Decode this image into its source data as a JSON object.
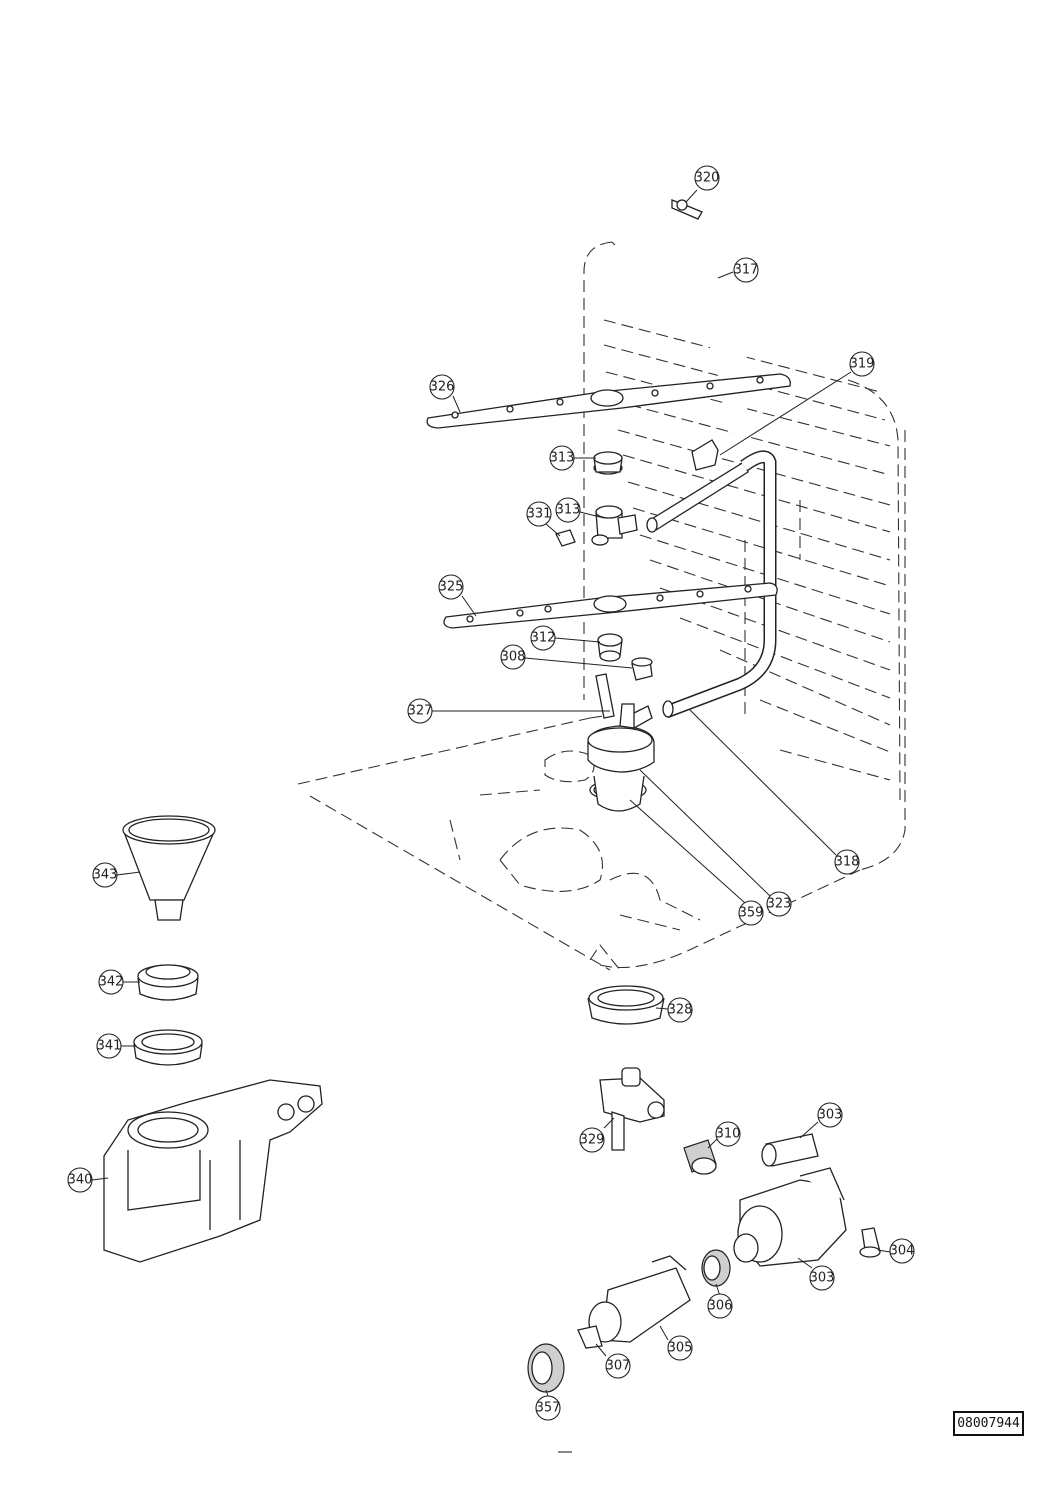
{
  "document_number": "08007944",
  "callouts": [
    {
      "id": "320"
    },
    {
      "id": "317"
    },
    {
      "id": "319"
    },
    {
      "id": "326"
    },
    {
      "id": "313"
    },
    {
      "id": "313"
    },
    {
      "id": "331"
    },
    {
      "id": "325"
    },
    {
      "id": "312"
    },
    {
      "id": "308"
    },
    {
      "id": "327"
    },
    {
      "id": "318"
    },
    {
      "id": "323"
    },
    {
      "id": "359"
    },
    {
      "id": "343"
    },
    {
      "id": "342"
    },
    {
      "id": "341"
    },
    {
      "id": "328"
    },
    {
      "id": "329"
    },
    {
      "id": "310"
    },
    {
      "id": "303"
    },
    {
      "id": "340"
    },
    {
      "id": "304"
    },
    {
      "id": "303"
    },
    {
      "id": "306"
    },
    {
      "id": "305"
    },
    {
      "id": "307"
    },
    {
      "id": "357"
    }
  ]
}
